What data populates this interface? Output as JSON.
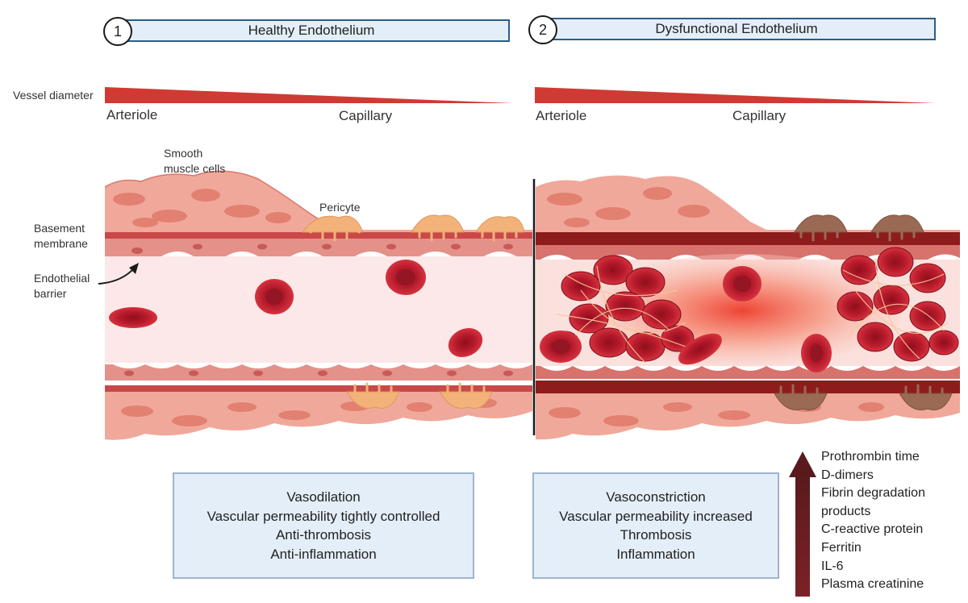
{
  "panels": [
    {
      "number": "1",
      "title": "Healthy Endothelium"
    },
    {
      "number": "2",
      "title": "Dysfunctional Endothelium"
    }
  ],
  "diameter": {
    "axis_label": "Vessel diameter",
    "start_label": "Arteriole",
    "end_label": "Capillary"
  },
  "anatomy_labels": {
    "smooth_muscle": [
      "Smooth",
      "muscle cells"
    ],
    "pericyte": "Pericyte",
    "basement_membrane": [
      "Basement",
      "membrane"
    ],
    "endothelial_barrier": [
      "Endothelial",
      "barrier"
    ]
  },
  "healthy_summary": [
    "Vasodilation",
    "Vascular permeability tightly controlled",
    "Anti-thrombosis",
    "Anti-inflammation"
  ],
  "dysfunctional_summary": [
    "Vasoconstriction",
    "Vascular permeability increased",
    "Thrombosis",
    "Inflammation"
  ],
  "biomarkers": [
    "Prothrombin time",
    "D-dimers",
    "Fibrin degradation",
    "products",
    "C-reactive protein",
    "Ferritin",
    "IL-6",
    "Plasma creatinine"
  ],
  "colors": {
    "header_fill": "#e3eef8",
    "header_border": "#2c5d86",
    "wedge_red": "#d03a33",
    "muscle_pink": "#f0a89a",
    "lumen_pink": "#fce8e8",
    "rbc_red": "#c21f30",
    "membrane_red": "#c94848",
    "dark_membrane": "#8e1c1c",
    "arrow_dark": "#6e1f23"
  }
}
